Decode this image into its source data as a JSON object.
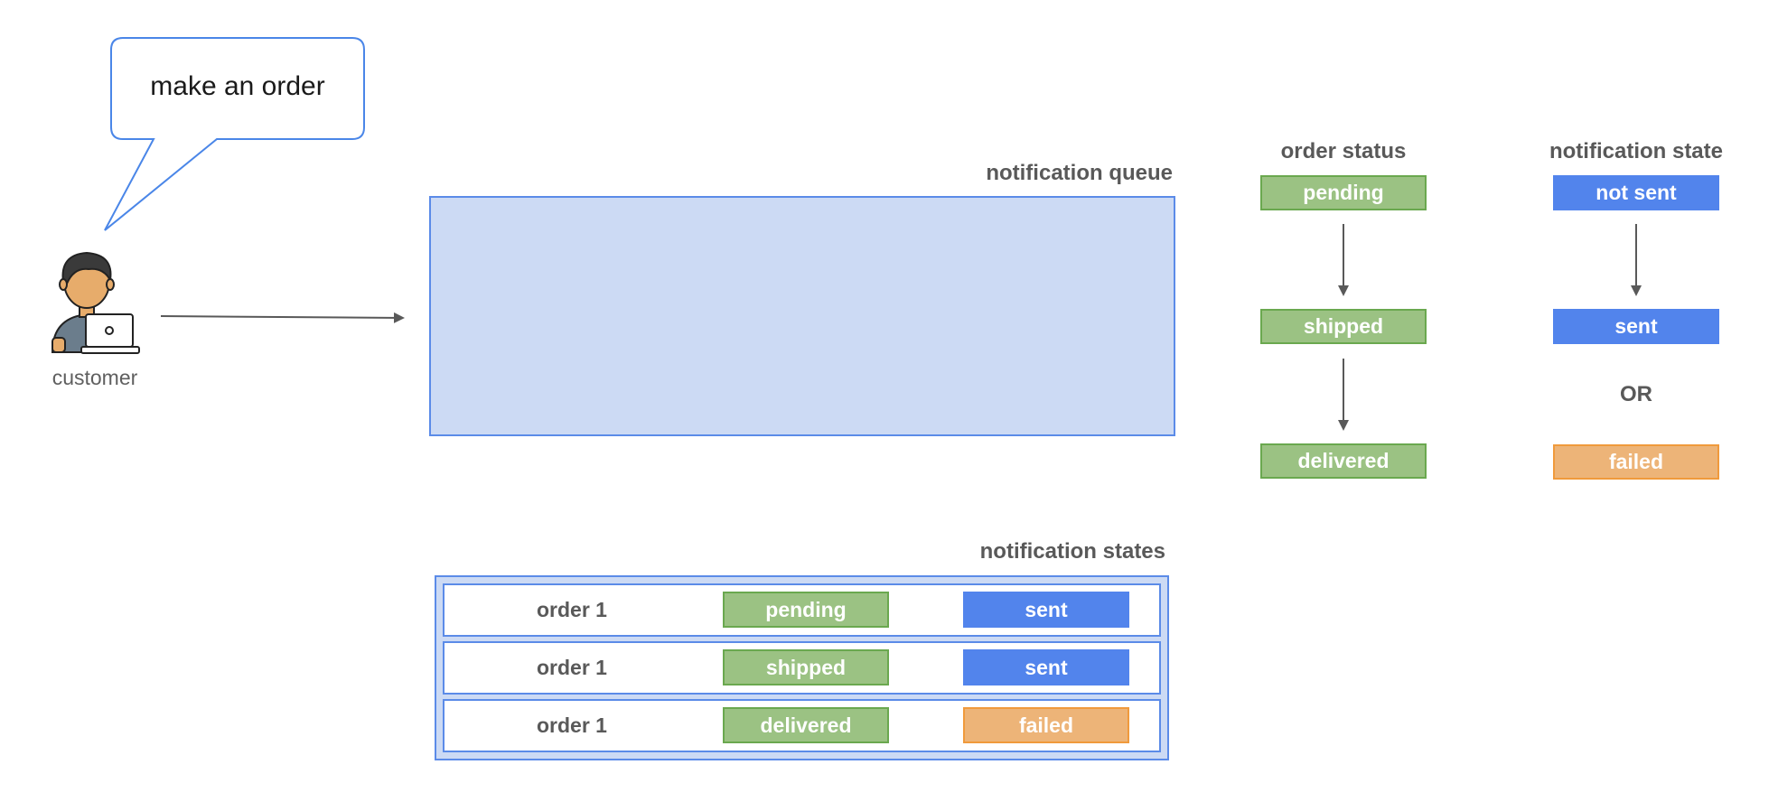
{
  "speech": {
    "text": "make an order"
  },
  "customer": {
    "label": "customer",
    "icon": "person-with-laptop-icon"
  },
  "queue": {
    "title": "notification queue"
  },
  "order_status": {
    "title": "order status",
    "steps": [
      "pending",
      "shipped",
      "delivered"
    ]
  },
  "notification_state": {
    "title": "notification state",
    "initial": "not sent",
    "success": "sent",
    "or_label": "OR",
    "failure": "failed"
  },
  "notification_states": {
    "title": "notification states",
    "rows": [
      {
        "order": "order 1",
        "status": "pending",
        "state": "sent"
      },
      {
        "order": "order 1",
        "status": "shipped",
        "state": "sent"
      },
      {
        "order": "order 1",
        "status": "delivered",
        "state": "failed"
      }
    ]
  },
  "colors": {
    "green_fill": "#9bc283",
    "green_border": "#6aa84f",
    "blue": "#5284ec",
    "orange_fill": "#edb478",
    "orange_border": "#f09a3c",
    "queue_fill": "#ccdaf4",
    "queue_border": "#5b8be8"
  }
}
